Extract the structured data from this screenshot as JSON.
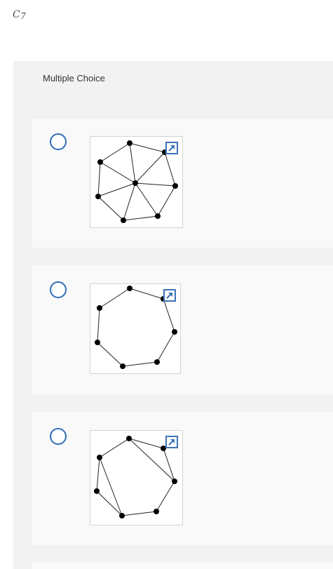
{
  "question": {
    "label_main": "C",
    "label_sub": "7"
  },
  "header": {
    "title": "Multiple Choice"
  },
  "options": [
    {
      "graph": "wheel-graph-with-hub",
      "edges_description": "7-cycle plus center hub connected to all vertices",
      "expand_icon": "expand-arrow-icon"
    },
    {
      "graph": "cycle-graph",
      "edges_description": "7-cycle",
      "expand_icon": "expand-arrow-icon"
    },
    {
      "graph": "cycle-with-chords",
      "edges_description": "7-cycle plus two chords",
      "expand_icon": "expand-arrow-icon"
    }
  ],
  "colors": {
    "radio_border": "#2e6db8",
    "expand_icon": "#3a73b6",
    "panel_bg": "#f2f2f2",
    "option_bg": "#f9f9f9"
  }
}
